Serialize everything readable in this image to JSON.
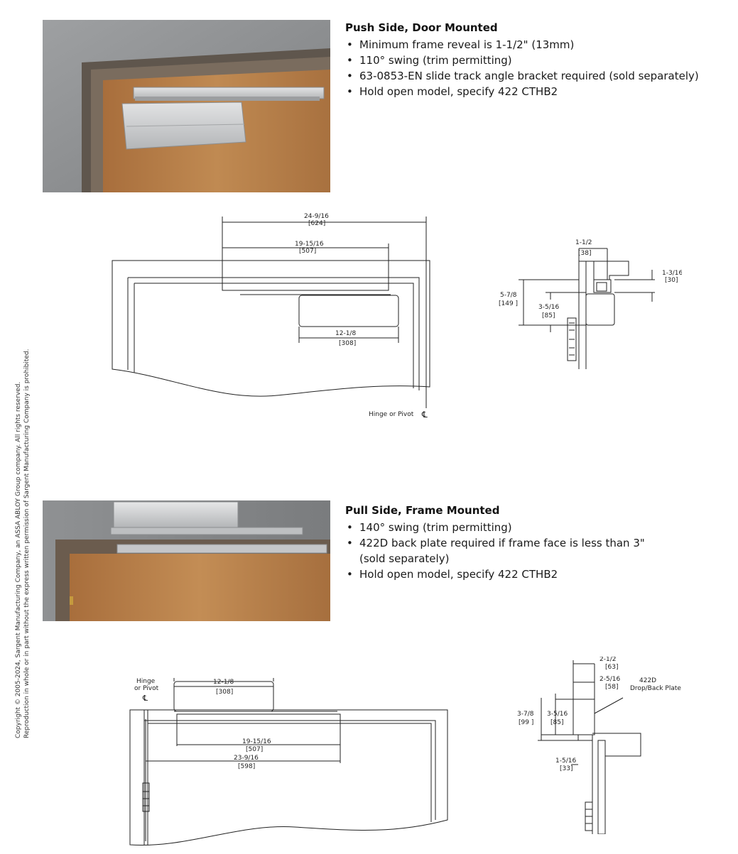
{
  "push_side": {
    "title": "Push Side, Door Mounted",
    "bullets": [
      "Minimum frame reveal is 1-1/2\" (13mm)",
      "110° swing (trim permitting)",
      "63-0853-EN slide track angle bracket required (sold separately)",
      "Hold open model, specify 422 CTHB2"
    ],
    "elevation": {
      "dim_overall": "24-9/16",
      "dim_overall_mm": "[624]",
      "dim_track": "19-15/16",
      "dim_track_mm": "[507]",
      "dim_closer": "12-1/8",
      "dim_closer_mm": "[308]",
      "hinge_label": "Hinge or Pivot",
      "centerline_symbol": "℄"
    },
    "side_view": {
      "dim_a": "1-1/2",
      "dim_a_mm": "[38]",
      "dim_b": "1-3/16",
      "dim_b_mm": "[30]",
      "dim_c": "5-7/8",
      "dim_c_mm": "[149 ]",
      "dim_d": "3-5/16",
      "dim_d_mm": "[85]"
    }
  },
  "pull_side": {
    "title": "Pull Side, Frame Mounted",
    "bullets": [
      "140° swing (trim permitting)",
      "422D back plate required if frame face is less than 3\"",
      "Hold open model, specify 422 CTHB2"
    ],
    "bullet_2_continuation": "(sold separately)",
    "elevation": {
      "hinge_label_1": "Hinge",
      "hinge_label_2": "or Pivot",
      "centerline_symbol": "℄",
      "dim_closer": "12-1/8",
      "dim_closer_mm": "[308]",
      "dim_track": "19-15/16",
      "dim_track_mm": "[507]",
      "dim_overall": "23-9/16",
      "dim_overall_mm": "[598]"
    },
    "side_view": {
      "dim_a": "2-1/2",
      "dim_a_mm": "[63]",
      "dim_b": "2-5/16",
      "dim_b_mm": "[58]",
      "plate_label_1": "422D",
      "plate_label_2": "Drop/Back Plate",
      "dim_c": "3-7/8",
      "dim_c_mm": "[99 ]",
      "dim_d": "3-5/16",
      "dim_d_mm": "[85]",
      "dim_e": "1-5/16",
      "dim_e_mm": "[33]"
    }
  },
  "copyright": {
    "line1": "Copyright © 2005-2024, Sargent Manufacturing Company, an ASSA ABLOY Group company. All rights reserved.",
    "line2": "Reproduction in whole or in part without the express written permission of Sargent Manufacturing Company is prohibited."
  },
  "colors": {
    "wall": "#8a8c8e",
    "frame": "#6e6257",
    "door": "#b9824c",
    "closer": "#c9cacb",
    "line": "#222222"
  }
}
